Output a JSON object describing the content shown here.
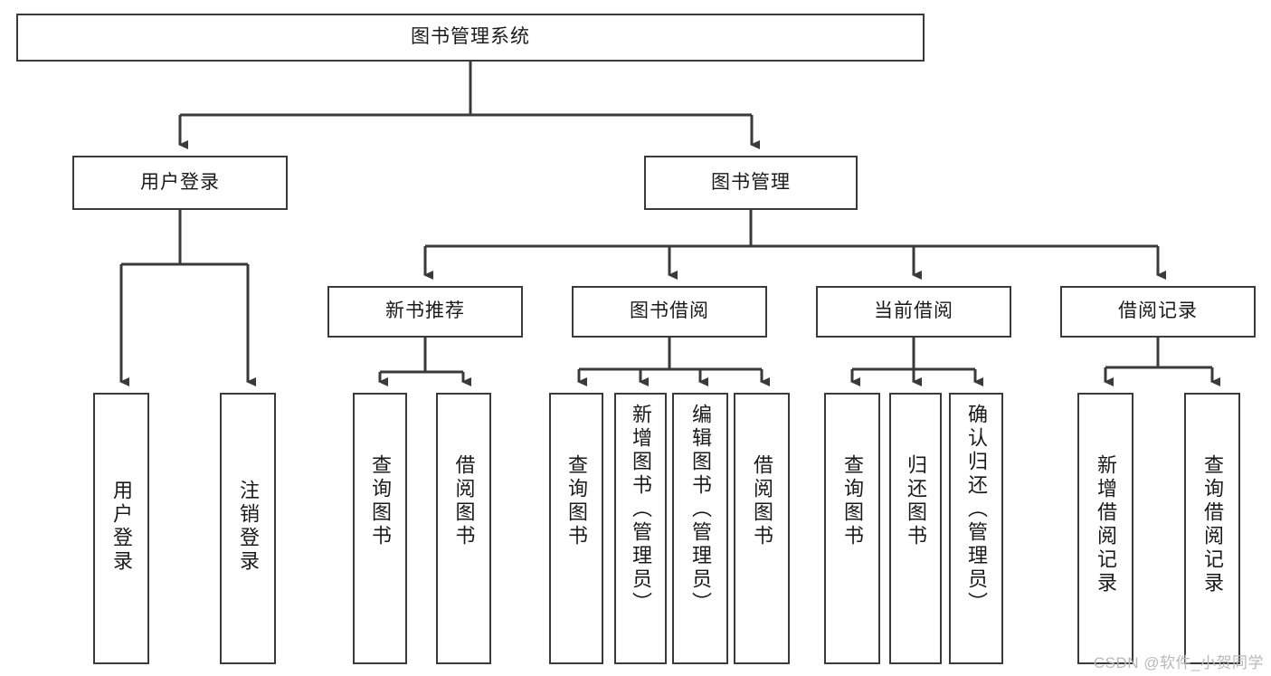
{
  "diagram": {
    "type": "tree",
    "title": "图书管理系统",
    "root": {
      "label": "图书管理系统"
    },
    "level2": [
      {
        "label": "用户登录"
      },
      {
        "label": "图书管理"
      }
    ],
    "level3": [
      {
        "label": "新书推荐"
      },
      {
        "label": "图书借阅"
      },
      {
        "label": "当前借阅"
      },
      {
        "label": "借阅记录"
      }
    ],
    "leaves": {
      "user_login": [
        {
          "label": "用户登录"
        },
        {
          "label": "注销登录"
        }
      ],
      "new_book": [
        {
          "label": "查询图书"
        },
        {
          "label": "借阅图书"
        }
      ],
      "book_borrow": [
        {
          "label": "查询图书"
        },
        {
          "label": "新增图书（管理员）"
        },
        {
          "label": "编辑图书（管理员）"
        },
        {
          "label": "借阅图书"
        }
      ],
      "current_borrow": [
        {
          "label": "查询图书"
        },
        {
          "label": "归还图书"
        },
        {
          "label": "确认归还（管理员）"
        }
      ],
      "borrow_record": [
        {
          "label": "新增借阅记录"
        },
        {
          "label": "查询借阅记录"
        }
      ]
    }
  },
  "watermark": {
    "text": "CSDN @软件_小贺同学"
  },
  "colors": {
    "stroke": "#3a3a3a",
    "fill": "#ffffff",
    "text": "#1a1a1a",
    "watermark": "#b9b9b9"
  }
}
